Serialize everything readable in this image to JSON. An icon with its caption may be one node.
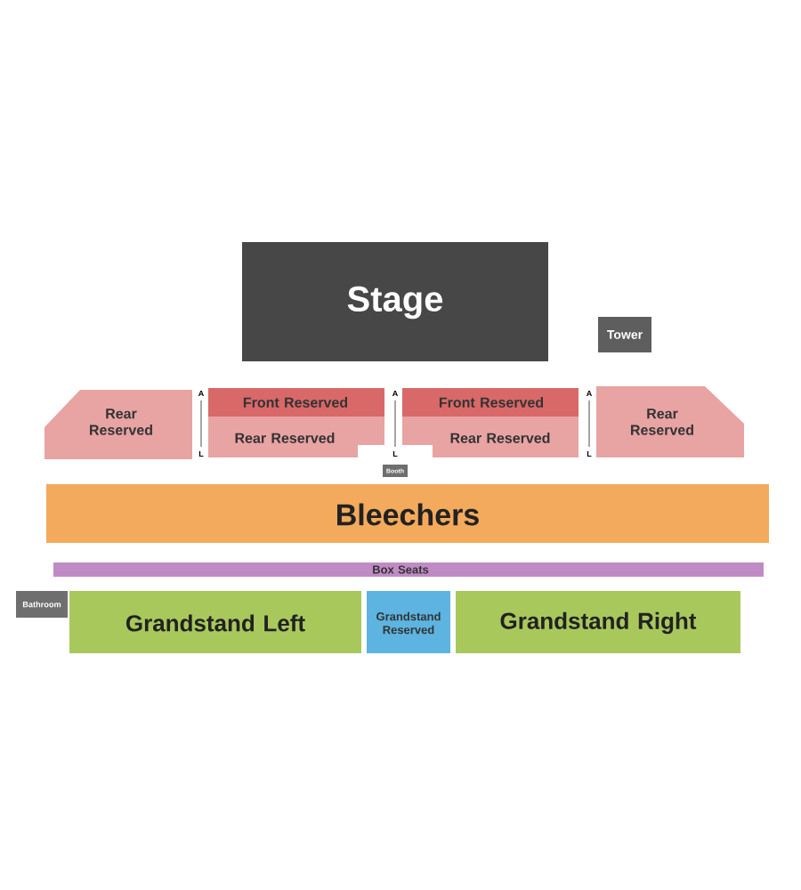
{
  "diagram": {
    "nodes": [
      {
        "text": [
          "Stage"
        ]
      },
      {
        "text": [
          "Tower"
        ]
      },
      {
        "text": [
          "Rear Reserved"
        ]
      },
      {
        "text": [
          "Front Reserved"
        ]
      },
      {
        "text": [
          "Rear Reserved"
        ]
      },
      {
        "text": [
          "Front Reserved"
        ]
      },
      {
        "text": [
          "Rear Reserved"
        ]
      },
      {
        "text": [
          "Rear Reserved"
        ]
      },
      {
        "text": [
          "Booth"
        ]
      },
      {
        "text": [
          "Bleechers"
        ]
      },
      {
        "text": [
          "Box Seats"
        ]
      },
      {
        "text": [
          "Bathroom"
        ]
      },
      {
        "text": [
          "Grandstand Left"
        ]
      },
      {
        "text": [
          "Grandstand Reserved"
        ]
      },
      {
        "text": [
          "Grandstand Right"
        ]
      }
    ],
    "labels": [
      "A",
      "L",
      "A",
      "L",
      "A",
      "L"
    ]
  }
}
